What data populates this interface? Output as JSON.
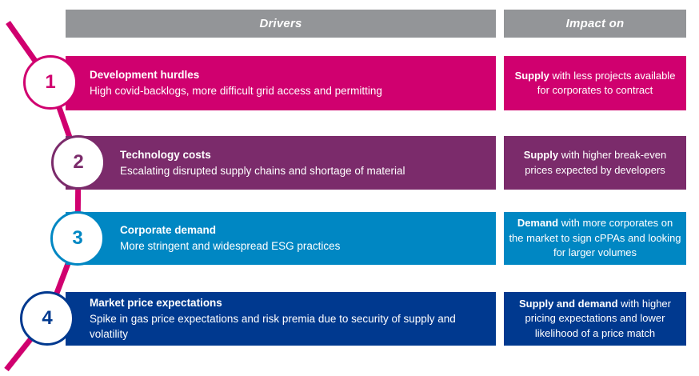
{
  "headers": {
    "drivers": "Drivers",
    "impact": "Impact on"
  },
  "colors": {
    "header_gray": "#939598",
    "connector_pink": "#D0006F",
    "row1": "#D0006F",
    "row2": "#7B2B6B",
    "row3": "#0087C3",
    "row4": "#00398F"
  },
  "rows": [
    {
      "number": "1",
      "color": "#D0006F",
      "title": "Development hurdles",
      "subtitle": "High covid-backlogs, more difficult grid access and permitting",
      "impact_bold": "Supply",
      "impact_rest": " with less projects available for corporates to contract"
    },
    {
      "number": "2",
      "color": "#7B2B6B",
      "title": "Technology costs",
      "subtitle": "Escalating disrupted supply chains and shortage of material",
      "impact_bold": "Supply",
      "impact_rest": " with higher break-even prices expected by developers"
    },
    {
      "number": "3",
      "color": "#0087C3",
      "title": "Corporate demand",
      "subtitle": "More stringent and widespread ESG practices",
      "impact_bold": "Demand",
      "impact_rest": " with more corporates on the market to sign cPPAs and looking for larger volumes"
    },
    {
      "number": "4",
      "color": "#00398F",
      "title": "Market price expectations",
      "subtitle": "Spike in gas price expectations and risk premia due to security of supply and volatility",
      "impact_bold": "Supply and demand",
      "impact_rest": " with higher pricing expectations and lower likelihood of a price match"
    }
  ]
}
